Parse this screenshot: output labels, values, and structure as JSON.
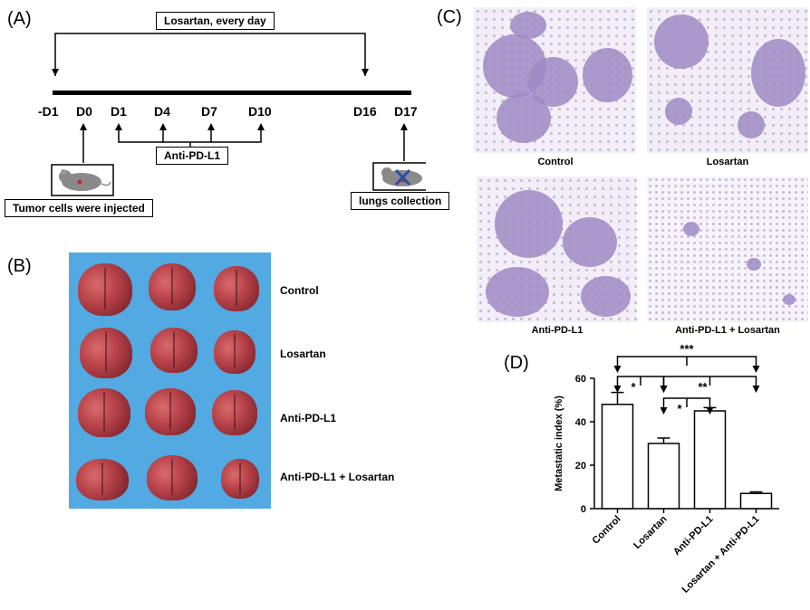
{
  "panelA": {
    "label": "(A)",
    "losartan_box": "Losartan, every day",
    "days": [
      "-D1",
      "D0",
      "D1",
      "D4",
      "D7",
      "D10",
      "D16",
      "D17"
    ],
    "antipd_box": "Anti-PD-L1",
    "tumor_box": "Tumor cells were injected",
    "lungs_box": "lungs collection"
  },
  "panelB": {
    "label": "(B)",
    "groups": [
      "Control",
      "Losartan",
      "Anti-PD-L1",
      "Anti-PD-L1 + Losartan"
    ]
  },
  "panelC": {
    "label": "(C)",
    "captions": [
      "Control",
      "Losartan",
      "Anti-PD-L1",
      "Anti-PD-L1 + Losartan"
    ]
  },
  "panelD": {
    "label": "(D)"
  },
  "chart_data": {
    "type": "bar",
    "categories": [
      "Control",
      "Losartan",
      "Anti-PD-L1",
      "Losartan + Anti-PD-L1"
    ],
    "values": [
      48,
      30,
      45,
      7
    ],
    "errors": [
      5.5,
      2.5,
      1.5,
      0.7
    ],
    "ylabel": "Metastatic index (%)",
    "ylim": [
      0,
      60
    ],
    "yticks": [
      0,
      20,
      40,
      60
    ],
    "significance": [
      {
        "from": 0,
        "to": 1,
        "label": "*"
      },
      {
        "from": 1,
        "to": 2,
        "label": "*"
      },
      {
        "from": 1,
        "to": 3,
        "label": "**"
      },
      {
        "from": 0,
        "to": 3,
        "label": "***"
      }
    ],
    "grid": false
  }
}
